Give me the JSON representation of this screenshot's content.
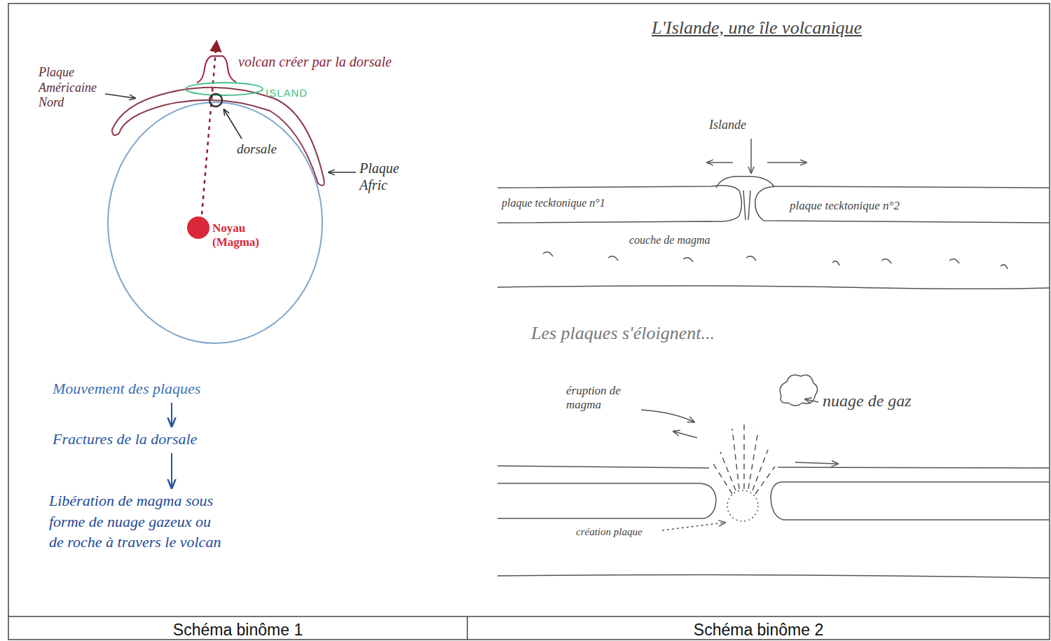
{
  "diagram": {
    "title": "L'Islande, une île volcanique",
    "nodes": [
      {
        "text": [
          "Mouvement des plaques"
        ]
      },
      {
        "text": [
          "Fractures de la dorsale"
        ]
      },
      {
        "text": [
          "Libération de magma sous forme de nuage gazeux ou de roche à travers le volcan"
        ]
      }
    ],
    "edges": [
      {
        "from": 0,
        "to": 1,
        "arrow": "to"
      },
      {
        "from": 1,
        "to": 2,
        "arrow": "to"
      }
    ],
    "labels": [
      "volcan créer par la dorsale",
      "ISLAND",
      "Plaque Américaine Nord",
      "dorsale",
      "Plaque Afric",
      "Noyau (Magma)",
      "Islande",
      "plaque tecktonique n°1",
      "plaque tecktonique n°2",
      "couche de magma",
      "Les plaques s'éloignent...",
      "éruption de magma",
      "nuage de gaz",
      "création plaque",
      "Schéma binôme 1",
      "Schéma binôme 2"
    ]
  }
}
